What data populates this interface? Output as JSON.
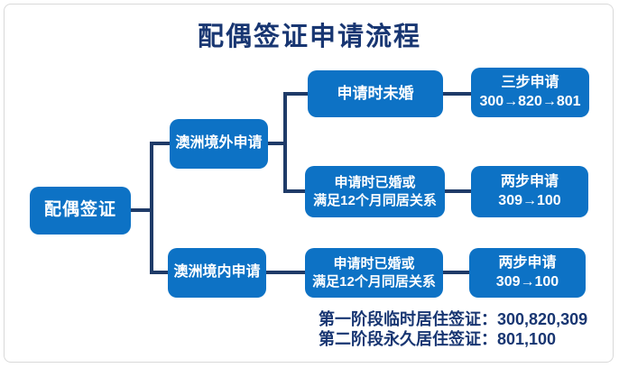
{
  "title": "配偶签证申请流程",
  "colors": {
    "background": "#FFFFFF",
    "box-fill": "#0D72C5",
    "box-text": "#FFFFFF",
    "connector": "#1F3B68",
    "accent-text": "#183672",
    "frame-border": "#D9D9D9"
  },
  "nodes": {
    "root": {
      "label": "配偶签证"
    },
    "offshore": {
      "label": "澳洲境外申请"
    },
    "onshore": {
      "label": "澳洲境内申请"
    },
    "unmarried": {
      "label": "申请时未婚"
    },
    "married_offshore": {
      "line1": "申请时已婚或",
      "line2": "满足12个月同居关系"
    },
    "married_onshore": {
      "line1": "申请时已婚或",
      "line2": "满足12个月同居关系"
    },
    "three_step": {
      "line1": "三步申请",
      "line2": "300→820→801"
    },
    "two_step_offshore": {
      "line1": "两步申请",
      "line2": "309→100"
    },
    "two_step_onshore": {
      "line1": "两步申请",
      "line2": "309→100"
    }
  },
  "notes": {
    "line1": "第一阶段临时居住签证：300,820,309",
    "line2": "第二阶段永久居住签证：801,100"
  }
}
